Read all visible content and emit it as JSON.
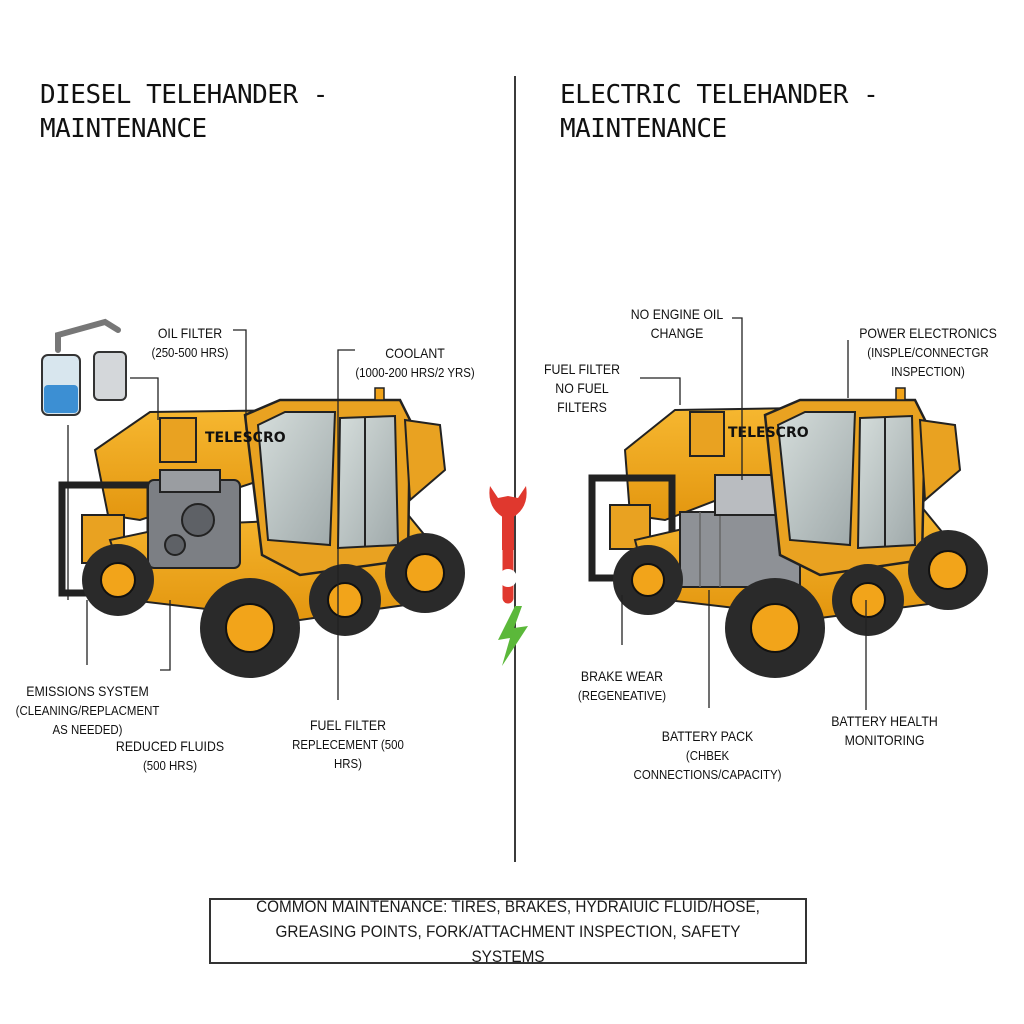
{
  "diesel": {
    "title": "DIESEL TELEHANDER -\nMAINTENANCE",
    "brand": "TELESCRO",
    "labels": {
      "oil_filter": "OIL FILTER",
      "oil_filter_interval": "(250-500 HRS)",
      "coolant": "COOLANT",
      "coolant_interval": "(1000-200 HRS/2 YRS)",
      "emissions": "EMISSIONS SYSTEM",
      "emissions_note": "(CLEANING/REPLACMENT AS NEEDED)",
      "reduced_fluids": "REDUCED FLUIDS",
      "reduced_fluids_interval": "(500 HRS)",
      "fuel_filter": "FUEL FILTER",
      "fuel_filter_note": "REPLECEMENT (500 HRS)"
    }
  },
  "electric": {
    "title": "ELECTRIC TELEHANDER -\nMAINTENANCE",
    "brand": "TELESCRO",
    "labels": {
      "no_engine_oil": "NO ENGINE OIL\nCHANGE",
      "power_electronics": "POWER ELECTRONICS",
      "power_electronics_note": "(INSPLE/CONNECTGR INSPECTION)",
      "fuel_filter": "FUEL FILTER\nNO FUEL FILTERS",
      "brake_wear": "BRAKE WEAR",
      "brake_wear_note": "(REGENEATIVE)",
      "battery_pack": "BATTERY PACK",
      "battery_pack_note": "(CHBEK CONNECTIONS/CAPACITY)",
      "battery_health": "BATTERY HEALTH\nMONITORING"
    }
  },
  "common": {
    "text": "COMMON MAINTENANCE: TIRES, BRAKES, HYDRAIUIC FLUID/HOSE,\nGREASING POINTS, FORK/ATTACHMENT INSPECTION, SAFETY SYSTEMS"
  },
  "icons": {
    "center_top": "wrench-icon",
    "center_bottom": "lightning-bolt-icon"
  },
  "colors": {
    "machine_yellow": "#F2A41A",
    "machine_shadow": "#C97F0E",
    "wrench": "#E0382E",
    "bolt": "#5BB83A",
    "battery_grey": "#8E9196",
    "cab_glass": "#BFC8C9"
  }
}
